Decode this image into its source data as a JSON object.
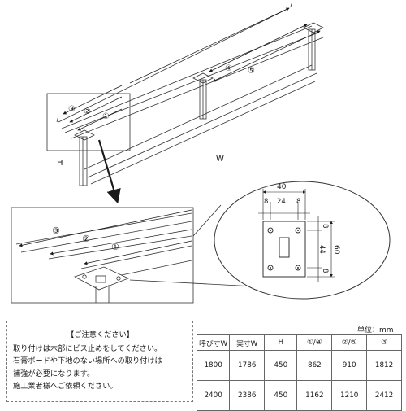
{
  "drawing": {
    "labels": {
      "h": "H",
      "w": "W",
      "c1": "①",
      "c2": "②",
      "c3": "③",
      "c4": "④",
      "c5": "⑤",
      "dim40": "40",
      "dim8a": "8",
      "dim24": "24",
      "dim8b": "8",
      "dim8c": "8",
      "dim44": "44",
      "dim8d": "8",
      "dim60": "60"
    }
  },
  "note": {
    "title": "【ご注意ください】",
    "lines": [
      "取り付けは木部にビス止めをしてください。",
      "石膏ボードや下地のない場所への取り付けは",
      "補強が必要になります。",
      "施工業者様へご依頼ください。"
    ]
  },
  "table": {
    "unit": "単位：mm",
    "headers": [
      "呼び寸W",
      "実寸W",
      "H",
      "①/④",
      "②/⑤",
      "③"
    ],
    "rows": [
      [
        "1800",
        "1786",
        "450",
        "862",
        "910",
        "1812"
      ],
      [
        "2400",
        "2386",
        "450",
        "1162",
        "1210",
        "2412"
      ]
    ]
  }
}
